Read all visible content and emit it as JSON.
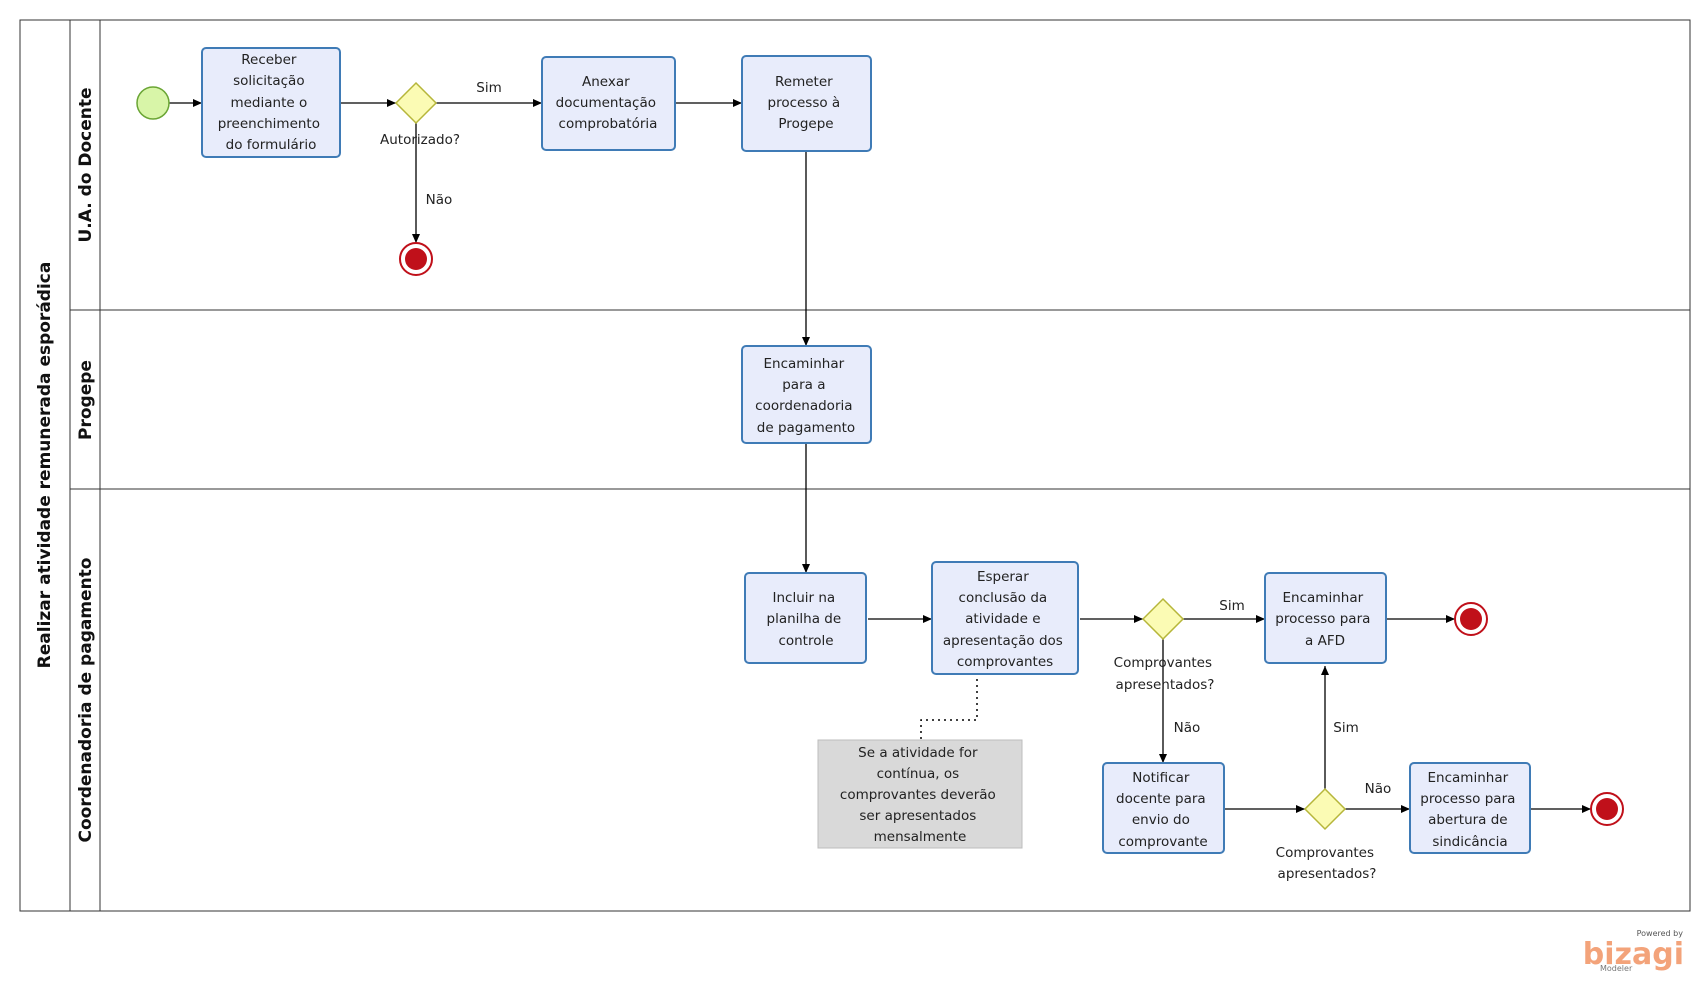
{
  "pool": {
    "title": "Realizar atividade remunerada esporádica"
  },
  "lanes": [
    {
      "id": "docente",
      "title": "U.A. do Docente"
    },
    {
      "id": "progepe",
      "title": "Progepe"
    },
    {
      "id": "coord",
      "title": "Coordenadoria de pagamento"
    }
  ],
  "tasks": {
    "receber": [
      "Receber",
      "solicitação",
      "mediante o",
      "preenchimento",
      "do formulário"
    ],
    "anexar": [
      "Anexar",
      "documentação",
      "comprobatória"
    ],
    "remeter": [
      "Remeter",
      "processo à",
      "Progepe"
    ],
    "encaminhar_coord": [
      "Encaminhar",
      "para a",
      "coordenadoria",
      "de pagamento"
    ],
    "incluir": [
      "Incluir na",
      "planilha de",
      "controle"
    ],
    "esperar": [
      "Esperar",
      "conclusão da",
      "atividade e",
      "apresentação dos",
      "comprovantes"
    ],
    "encaminhar_afd": [
      "Encaminhar",
      "processo para",
      "a AFD"
    ],
    "notificar": [
      "Notificar",
      "docente para",
      "envio do",
      "comprovante"
    ],
    "encaminhar_sind": [
      "Encaminhar",
      "processo para",
      "abertura de",
      "sindicância"
    ]
  },
  "gateways": {
    "autorizado": "Autorizado?",
    "comprovantes1": [
      "Comprovantes",
      "apresentados?"
    ],
    "comprovantes2": [
      "Comprovantes",
      "apresentados?"
    ]
  },
  "flow_labels": {
    "sim": "Sim",
    "nao": "Não"
  },
  "annotation": [
    "Se a atividade for",
    "contínua, os",
    "comprovantes deverão",
    "ser apresentados",
    "mensalmente"
  ],
  "branding": {
    "powered": "Powered by",
    "name": "bizagi",
    "sub": "Modeler"
  },
  "colors": {
    "task_fill": "#e8ecfb",
    "task_stroke": "#3f7bb6",
    "gateway_fill": "#fbfbb4",
    "gateway_stroke": "#b6b63a",
    "start_fill": "#d8f5a8",
    "start_stroke": "#6aa534",
    "end_fill": "#c0101a",
    "annotation_fill": "#d9d9d9",
    "brand_color": "#f3a37a"
  }
}
